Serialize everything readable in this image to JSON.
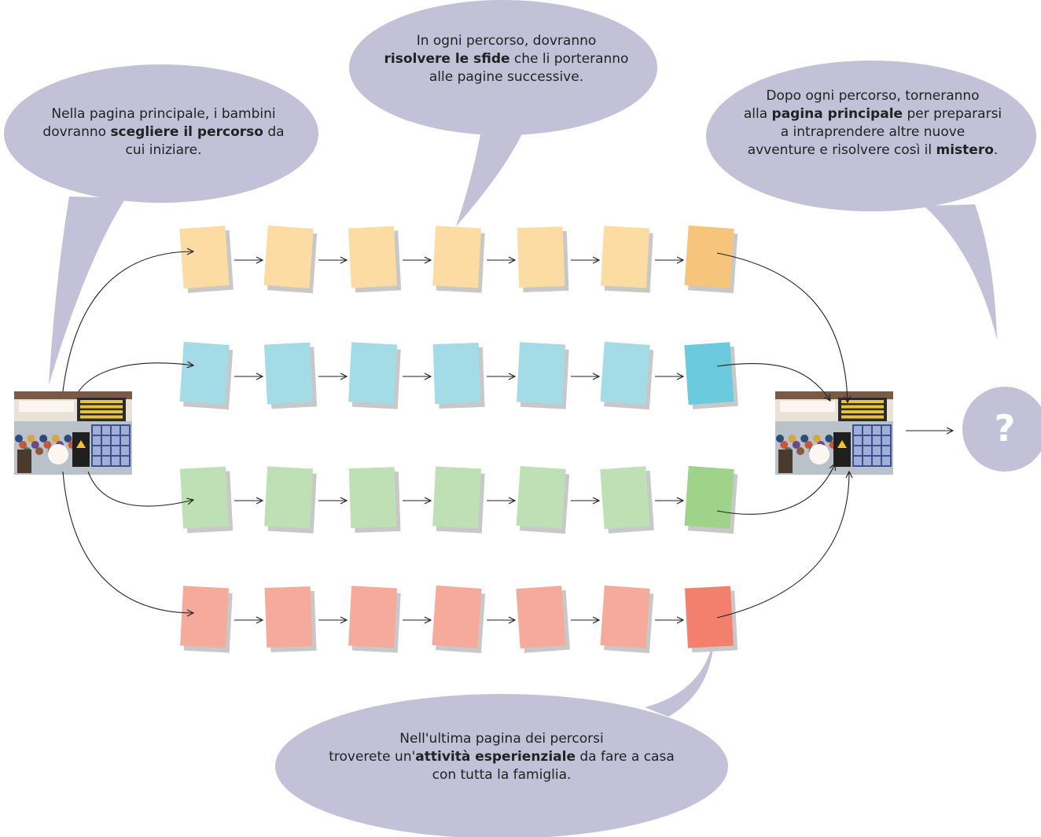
{
  "callouts": {
    "start": {
      "l1": "Nella pagina principale, i bambini",
      "l2a": "dovranno ",
      "l2b": "scegliere il percorso",
      "l2c": " da",
      "l3": "cui iniziare."
    },
    "challenges": {
      "l1": "In ogni percorso, dovranno",
      "l2a": "risolvere le sfide",
      "l2b": " che li porteranno",
      "l3": "alle pagine successive."
    },
    "return": {
      "l1": "Dopo ogni percorso, torneranno",
      "l2a": "alla ",
      "l2b": "pagina principale",
      "l2c": " per prepararsi",
      "l3": "a intraprendere altre nuove",
      "l4a": "avventure e risolvere così il ",
      "l4b": "mistero",
      "l4c": "."
    },
    "last_page": {
      "l1": "Nell'ultima pagina dei percorsi",
      "l2a": "troverete un'",
      "l2b": "attività esperienziale",
      "l2c": " da fare a casa",
      "l3": "con tutta la famiglia."
    }
  },
  "mystery": "?",
  "colors": {
    "bubble": "#c3c1d8",
    "path1": "#fcdca2",
    "path1_last": "#f6c47a",
    "path2": "#a3dbe6",
    "path2_last": "#6ccadf",
    "path3": "#bfe0b4",
    "path3_last": "#9fd38a",
    "path4": "#f6aa9c",
    "path4_last": "#f3806d",
    "shadow": "#c8c8c8"
  },
  "paths": [
    {
      "pages": 7,
      "color_key": "path1"
    },
    {
      "pages": 7,
      "color_key": "path2"
    },
    {
      "pages": 7,
      "color_key": "path3"
    },
    {
      "pages": 7,
      "color_key": "path4"
    }
  ]
}
